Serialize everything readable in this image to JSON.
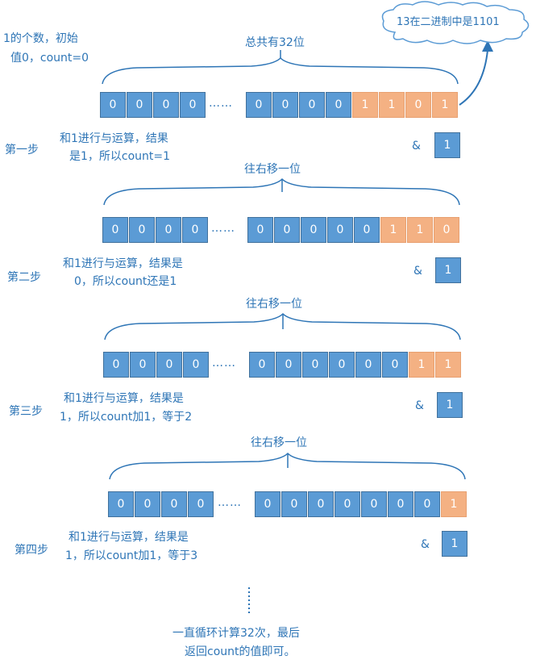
{
  "intro": {
    "line1": "1的个数，初始",
    "line2": "值0，count=0"
  },
  "total_label": "总共有32位",
  "cloud_label": "13在二进制中是1101",
  "dots_label": "……",
  "amp": "&",
  "one": "1",
  "shift_label": "往右移一位",
  "steps": [
    {
      "name": "第一步",
      "desc1": "和1进行与运算，结果",
      "desc2": "是1，所以count=1",
      "left": [
        "0",
        "0",
        "0",
        "0"
      ],
      "right": [
        "0",
        "0",
        "0",
        "0",
        "1",
        "1",
        "0",
        "1"
      ]
    },
    {
      "name": "第二步",
      "desc1": "和1进行与运算，结果是",
      "desc2": "0，所以count还是1",
      "left": [
        "0",
        "0",
        "0",
        "0"
      ],
      "right": [
        "0",
        "0",
        "0",
        "0",
        "0",
        "1",
        "1",
        "0"
      ]
    },
    {
      "name": "第三步",
      "desc1": "和1进行与运算，结果是",
      "desc2": "1，所以count加1，等于2",
      "left": [
        "0",
        "0",
        "0",
        "0"
      ],
      "right": [
        "0",
        "0",
        "0",
        "0",
        "0",
        "0",
        "1",
        "1"
      ]
    },
    {
      "name": "第四步",
      "desc1": "和1进行与运算，结果是",
      "desc2": "1，所以count加1，等于3",
      "left": [
        "0",
        "0",
        "0",
        "0"
      ],
      "right": [
        "0",
        "0",
        "0",
        "0",
        "0",
        "0",
        "0",
        "1"
      ]
    }
  ],
  "footer": {
    "line1": "一直循环计算32次，最后",
    "line2": "返回count的值即可。"
  }
}
